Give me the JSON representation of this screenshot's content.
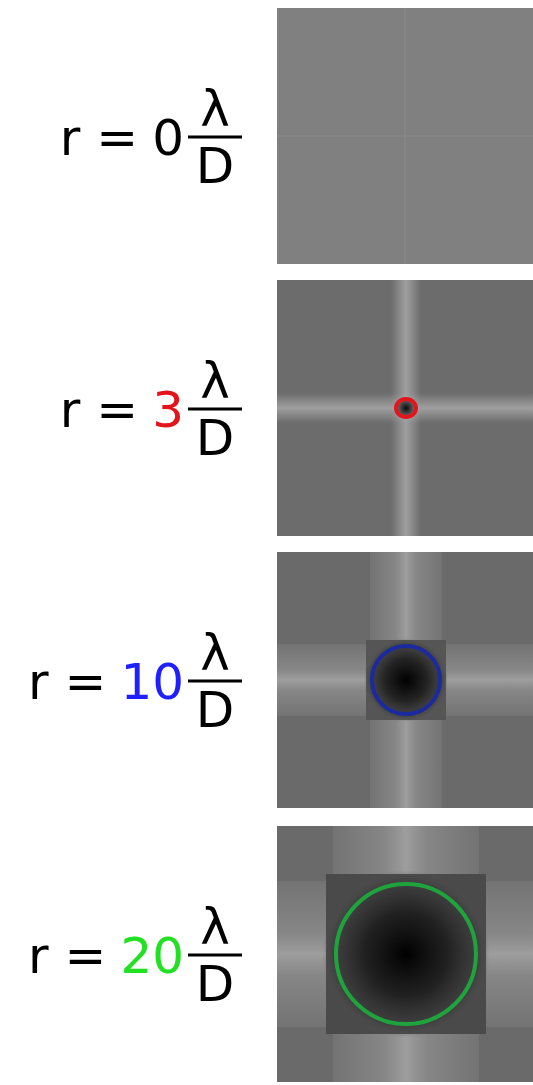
{
  "diagram": {
    "labels": [
      "r =",
      "0",
      "λ",
      "D",
      "r =",
      "3",
      "λ",
      "D",
      "r =",
      "10",
      "λ",
      "D",
      "r =",
      "20",
      "λ",
      "D"
    ]
  }
}
